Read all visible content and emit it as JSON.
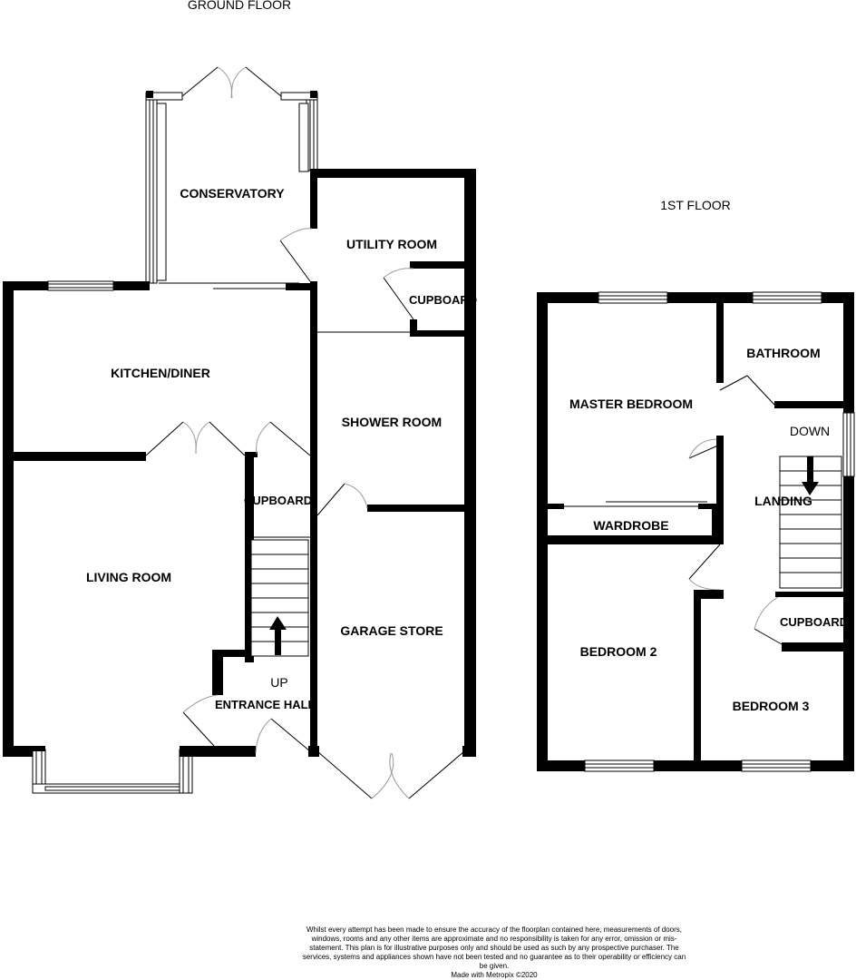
{
  "floors": {
    "ground": {
      "title": "GROUND FLOOR",
      "rooms": {
        "conservatory": "CONSERVATORY",
        "utility": "UTILITY ROOM",
        "cupboard_utility": "CUPBOARD",
        "kitchen": "KITCHEN/DINER",
        "shower": "SHOWER ROOM",
        "cupboard_stairs": "CUPBOARD",
        "living": "LIVING ROOM",
        "garage": "GARAGE STORE",
        "entrance": "ENTRANCE HALL",
        "up": "UP"
      }
    },
    "first": {
      "title": "1ST FLOOR",
      "rooms": {
        "master": "MASTER BEDROOM",
        "bathroom": "BATHROOM",
        "down": "DOWN",
        "landing": "LANDING",
        "wardrobe": "WARDROBE",
        "bedroom2": "BEDROOM 2",
        "bedroom3": "BEDROOM 3",
        "cupboard_landing": "CUPBOARD"
      }
    }
  },
  "disclaimer": "Whilst every attempt has been made to ensure the accuracy of the floorplan contained here, measurements of doors, windows, rooms and any other items are approximate and no responsibility is taken for any error, omission or mis-statement. This plan is for illustrative purposes only and should be used as such by any prospective purchaser. The services, systems and appliances shown have not been tested and no guarantee as to their operability or efficiency can be given.",
  "credit": "Made with Metropix ©2020"
}
